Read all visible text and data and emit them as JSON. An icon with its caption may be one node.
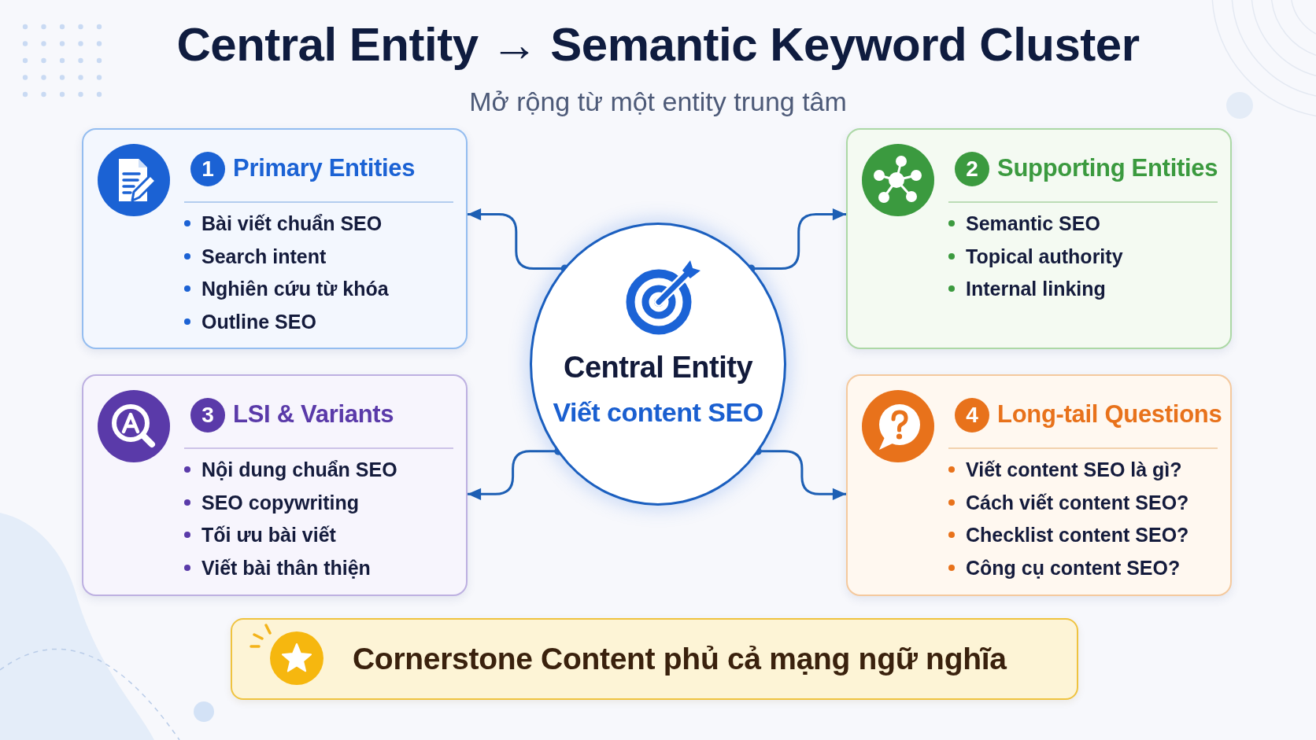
{
  "diagram": {
    "title": "Central Entity → Semantic Keyword Cluster",
    "nodes": [
      {
        "text": [
          "Primary Entities",
          "Bài viết chuẩn SEO",
          "Search intent",
          "Nghiên cứu từ khóa",
          "Outline SEO"
        ]
      },
      {
        "text": [
          "1"
        ],
        "in": 0
      },
      {
        "text": [
          "Supporting Entities",
          "Semantic SEO",
          "Topical authority",
          "Internal linking"
        ]
      },
      {
        "text": [
          "2"
        ],
        "in": 2
      },
      {
        "text": [
          "Central Entity",
          "Viết content SEO"
        ]
      },
      {
        "text": [
          "LSI & Variants",
          "Nội dung chuẩn SEO",
          "SEO copywriting",
          "Tối ưu bài viết",
          "Viết bài thân thiện"
        ]
      },
      {
        "text": [
          "3"
        ],
        "in": 5
      },
      {
        "text": [
          "Long-tail Questions",
          "Viết content SEO là gì?",
          "Cách viết content SEO?",
          "Checklist content SEO?",
          "Công cụ content SEO?"
        ]
      },
      {
        "text": [
          "4"
        ],
        "in": 7
      },
      {
        "text": [
          "Cornerstone Content phủ cả mạng ngữ nghĩa"
        ]
      }
    ],
    "edges": [
      {
        "from": 4,
        "to": 0,
        "arrow": "to"
      },
      {
        "from": 4,
        "to": 2,
        "arrow": "to"
      },
      {
        "from": 4,
        "to": 5,
        "arrow": "to"
      },
      {
        "from": 4,
        "to": 7,
        "arrow": "to"
      }
    ],
    "labels": [
      "Mở rộng từ một entity trung tâm"
    ]
  }
}
